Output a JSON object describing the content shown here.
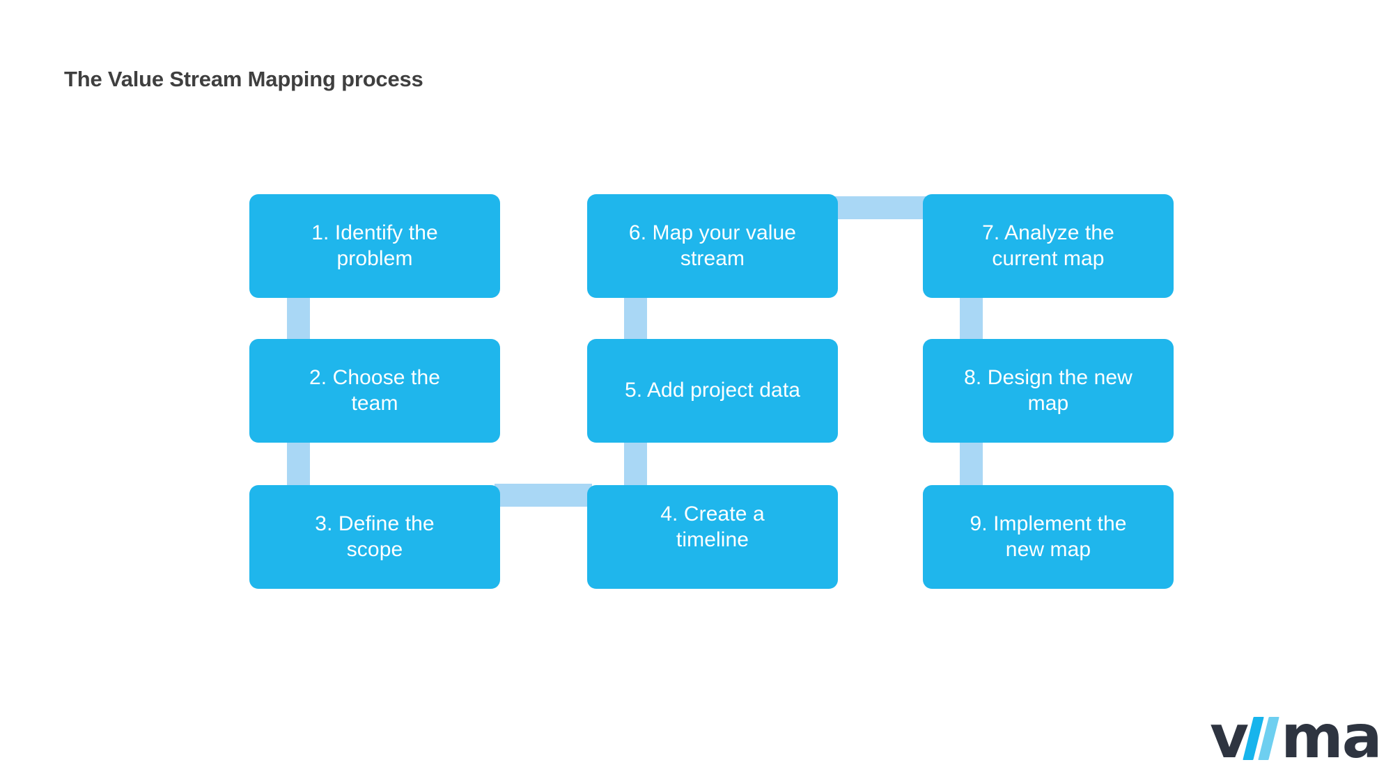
{
  "page": {
    "title": "The Value Stream Mapping process",
    "background_color": "#ffffff",
    "title_color": "#3f3f3f"
  },
  "theme": {
    "node_color": "#1fb6ec",
    "connector_color": "#a9d7f5",
    "node_text_color": "#ffffff",
    "logo_dark": "#2e3440",
    "logo_blue": "#17b4ec",
    "logo_light_blue": "#6ecff0"
  },
  "diagram": {
    "type": "process-flow",
    "columns": 3,
    "rows": 3,
    "nodes": [
      {
        "id": 1,
        "label": "1. Identify the\nproblem",
        "column": 1,
        "row": 1
      },
      {
        "id": 2,
        "label": "2. Choose the\nteam",
        "column": 1,
        "row": 2
      },
      {
        "id": 3,
        "label": "3. Define the\nscope",
        "column": 1,
        "row": 3
      },
      {
        "id": 4,
        "label": "4. Create a\ntimeline",
        "column": 2,
        "row": 3
      },
      {
        "id": 5,
        "label": "5. Add project data",
        "column": 2,
        "row": 2
      },
      {
        "id": 6,
        "label": "6. Map your value\nstream",
        "column": 2,
        "row": 1
      },
      {
        "id": 7,
        "label": "7. Analyze the\ncurrent map",
        "column": 3,
        "row": 1
      },
      {
        "id": 8,
        "label": "8. Design the new\nmap",
        "column": 3,
        "row": 2
      },
      {
        "id": 9,
        "label": "9. Implement the\nnew map",
        "column": 3,
        "row": 3
      }
    ],
    "connections": [
      {
        "from": 1,
        "to": 2,
        "direction": "vertical"
      },
      {
        "from": 2,
        "to": 3,
        "direction": "vertical"
      },
      {
        "from": 3,
        "to": 4,
        "direction": "horizontal"
      },
      {
        "from": 4,
        "to": 5,
        "direction": "vertical"
      },
      {
        "from": 5,
        "to": 6,
        "direction": "vertical"
      },
      {
        "from": 6,
        "to": 7,
        "direction": "horizontal"
      },
      {
        "from": 7,
        "to": 8,
        "direction": "vertical"
      },
      {
        "from": 8,
        "to": 9,
        "direction": "vertical"
      }
    ]
  },
  "logo": {
    "lead": "v",
    "tail": "ma",
    "name": "viima"
  }
}
